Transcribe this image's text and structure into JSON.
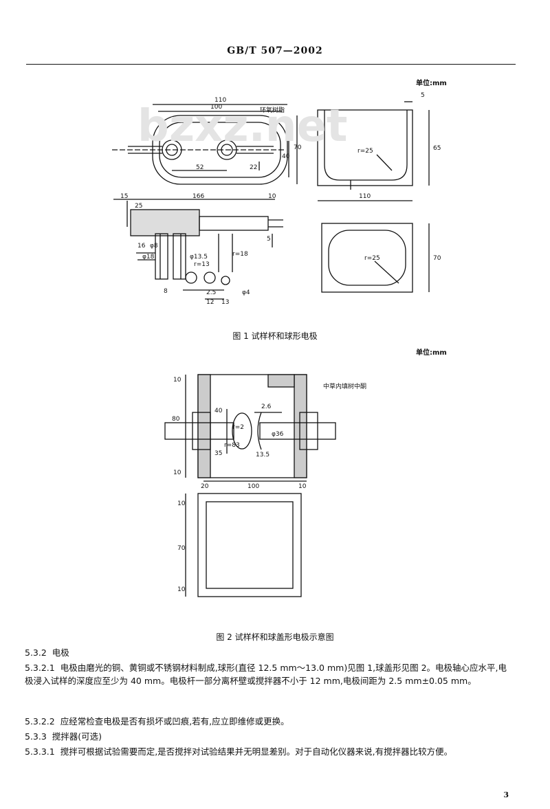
{
  "header": {
    "standard": "GB/T 507—2002"
  },
  "unit_label": "单位:mm",
  "watermark": "bzxz.net",
  "figure1": {
    "caption": "图 1  试样杯和球形电极",
    "labels": {
      "d110": "110",
      "d100": "100",
      "d70": "70",
      "d40": "40",
      "d52": "52",
      "d22": "22",
      "seal": "环氧树脂",
      "d5": "5",
      "r25": "r=25",
      "d65": "65",
      "d110b": "110",
      "d15": "15",
      "d166": "166",
      "d10": "10",
      "d25": "25",
      "d16": "16",
      "d8": "8",
      "phi8": "φ8",
      "phi18": "φ18",
      "phi135": "φ13.5",
      "r13": "r=13",
      "r18": "r=18",
      "phi4": "φ4",
      "d13": "13",
      "d25b": "2.5",
      "d12": "12",
      "r25b": "r=25",
      "d70b": "70",
      "d5b": "5"
    }
  },
  "figure2": {
    "caption": "图 2  试样杯和球盖形电极示意图",
    "labels": {
      "d10t": "10",
      "d40": "40",
      "d80": "80",
      "d26": "2.6",
      "phi36": "φ36",
      "r2": "r=2",
      "r83": "r=83",
      "d35": "35",
      "d135": "13.5",
      "d10b": "10",
      "d20": "20",
      "d100": "100",
      "d10r": "10",
      "note": "中草内填树中酮",
      "p10": "10",
      "p70": "70",
      "p10b": "10"
    }
  },
  "sections": [
    {
      "num": "5.3.2",
      "text": "电极"
    },
    {
      "num": "5.3.2.1",
      "text": "电极由磨光的铜、黄铜或不锈钢材料制成,球形(直径 12.5 mm～13.0 mm)见图 1,球盖形见图 2。电极轴心应水平,电极浸入试样的深度应至少为 40 mm。电极杆一部分离杯壁或搅拌器不小于 12 mm,电极间距为 2.5 mm±0.05 mm。"
    },
    {
      "num": "5.3.2.2",
      "text": "应经常检查电极是否有损坏或凹痕,若有,应立即维修或更换。"
    },
    {
      "num": "5.3.3",
      "text": "搅拌器(可选)"
    },
    {
      "num": "5.3.3.1",
      "text": "搅拌可根据试验需要而定,是否搅拌对试验结果并无明显差别。对于自动化仪器来说,有搅拌器比较方便。"
    }
  ],
  "page_number": "3"
}
